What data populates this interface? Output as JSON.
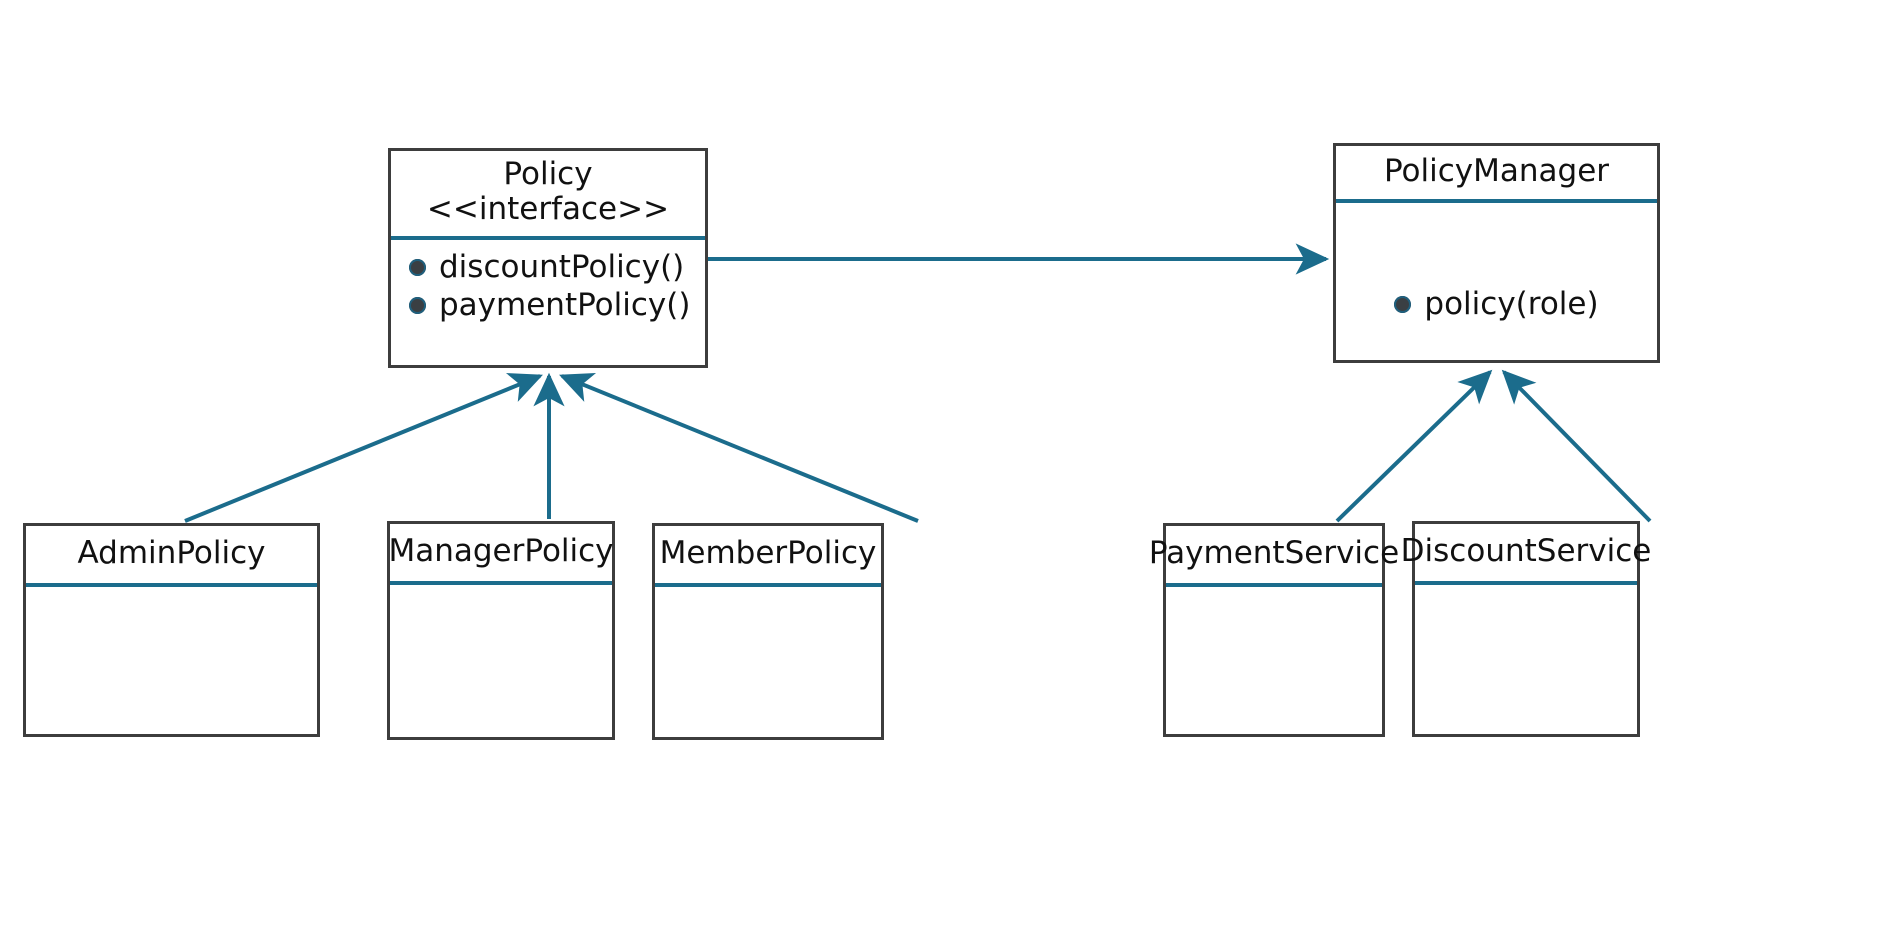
{
  "diagram": {
    "type": "uml-class-diagram",
    "title": "Policy / PolicyManager class diagram",
    "colors": {
      "accent": "#1b6c8c",
      "border": "#3d3d3d",
      "text": "#111111",
      "background": "#ffffff",
      "bullet": "#3a3f43"
    }
  },
  "classes": {
    "policy": {
      "name": "Policy",
      "stereotype": "<<interface>>",
      "members": [
        {
          "visibility_icon": "filled-circle-icon",
          "label": "discountPolicy()"
        },
        {
          "visibility_icon": "filled-circle-icon",
          "label": "paymentPolicy()"
        }
      ]
    },
    "policy_manager": {
      "name": "PolicyManager",
      "stereotype": "",
      "members": [
        {
          "visibility_icon": "filled-circle-icon",
          "label": "policy(role)"
        }
      ]
    },
    "admin_policy": {
      "name": "AdminPolicy",
      "members": []
    },
    "manager_policy": {
      "name": "ManagerPolicy",
      "members": []
    },
    "member_policy": {
      "name": "MemberPolicy",
      "members": []
    },
    "payment_service": {
      "name": "PaymentService",
      "members": []
    },
    "discount_service": {
      "name": "DiscountService",
      "members": []
    }
  },
  "relationships": [
    {
      "id": "admin-to-policy",
      "from": "AdminPolicy",
      "to": "Policy",
      "kind": "realization-arrow"
    },
    {
      "id": "manager-to-policy",
      "from": "ManagerPolicy",
      "to": "Policy",
      "kind": "realization-arrow"
    },
    {
      "id": "member-to-policy",
      "from": "MemberPolicy",
      "to": "Policy",
      "kind": "realization-arrow"
    },
    {
      "id": "policy-to-policymanager",
      "from": "Policy",
      "to": "PolicyManager",
      "kind": "association-arrow"
    },
    {
      "id": "payment-to-policymanager",
      "from": "PaymentService",
      "to": "PolicyManager",
      "kind": "realization-arrow"
    },
    {
      "id": "discount-to-policymanager",
      "from": "DiscountService",
      "to": "PolicyManager",
      "kind": "realization-arrow"
    }
  ]
}
